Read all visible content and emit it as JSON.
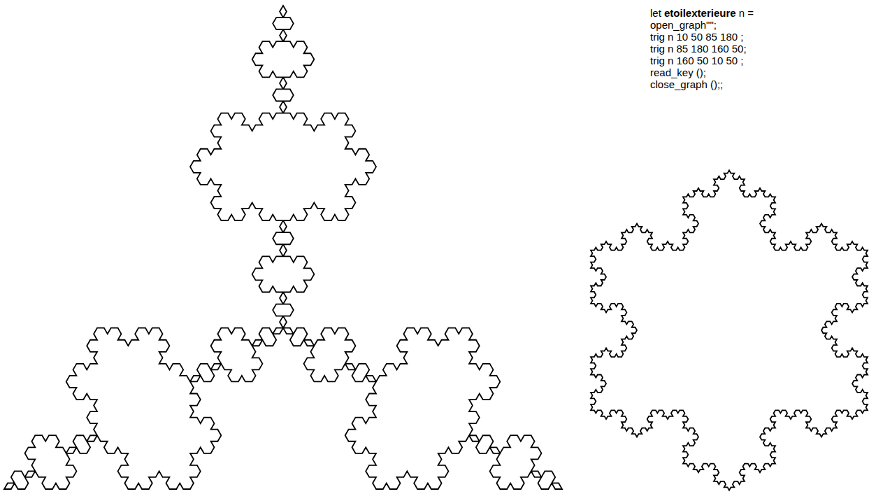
{
  "diagram": {
    "labels": [
      "let",
      "etoilexterieure",
      "n =",
      "open_graph\"\";",
      "trig n 10 50 85 180 ;",
      "trig n 85 180 160 50;",
      "trig n 160 50 10 50 ;",
      "read_key ();",
      "close_graph ();;"
    ]
  }
}
